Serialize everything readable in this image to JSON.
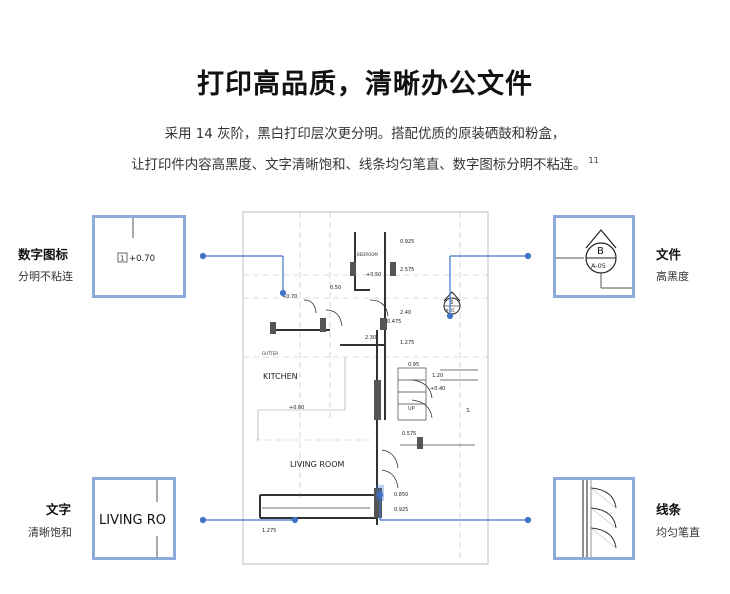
{
  "headline": "打印高品质，清晰办公文件",
  "subtitle_line1": "采用 14 灰阶，黑白打印层次更分明。搭配优质的原装硒鼓和粉盒，",
  "subtitle_line2": "让打印件内容高黑度、文字清晰饱和、线条均匀笔直、数字图标分明不粘连。",
  "footnote_mark": "11",
  "callouts": {
    "top_left": {
      "title": "数字图标",
      "sub": "分明不粘连",
      "zoom_text": "+0.70",
      "zoom_tag": "1"
    },
    "top_right": {
      "title": "文件",
      "sub": "高黑度",
      "zoom_letter": "B",
      "zoom_code": "A-05"
    },
    "bottom_left": {
      "title": "文字",
      "sub": "清晰饱和",
      "zoom_text": "LIVING RO"
    },
    "bottom_right": {
      "title": "线条",
      "sub": "均匀笔直"
    }
  },
  "plan_labels": {
    "kitchen": "KITCHEN",
    "living_room": "LIVING ROOM",
    "bedroom": "BEDROOM",
    "gutter": "GUTTER",
    "up": "UP",
    "dim_0925": "0.925",
    "dim_2575": "2.575",
    "dim_050": "0.50",
    "dim_070": "+0.70",
    "dim_0475": "0.475",
    "dim_240": "2.40",
    "dim_230": "2.30",
    "dim_1275": "1.275",
    "dim_095": "0.95",
    "dim_050b": "+0.50",
    "dim_060": "+0.60",
    "dim_0575": "0.575",
    "dim_0850": "0.850",
    "dim_0925b": "0.925",
    "dim_1275b": "1.275",
    "dim_120": "1.20",
    "dim_040": "+0.40",
    "dim_3": "3.",
    "marker_letter": "B",
    "marker_code": "A-05"
  },
  "colors": {
    "accent_frame": "#8eaadb",
    "connector": "#3f73c7",
    "drawing_line": "#555555"
  }
}
